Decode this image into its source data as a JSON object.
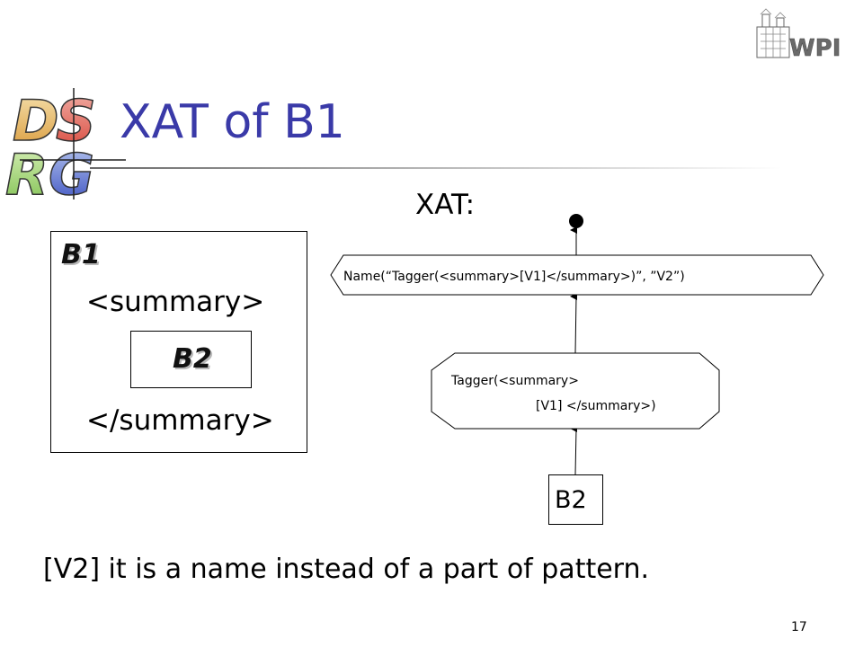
{
  "slide": {
    "title": "XAT of B1",
    "xat_label": "XAT:",
    "footnote": "[V2] it is a name instead of a part of pattern.",
    "page_number": "17",
    "title_color": "#3a3aa8"
  },
  "left_panel": {
    "outer_label": "B1",
    "open_tag": "<summary>",
    "inner_label": "B2",
    "close_tag": "</summary>"
  },
  "xat_tree": {
    "name_node": "Name(“Tagger(<summary>[V1]</summary>)”,  ”V2”)",
    "tagger_line1": "Tagger(<summary>",
    "tagger_line2": "[V1] </summary>)",
    "source_node": "B2"
  },
  "logos": {
    "left_logo": "dsrg-logo-icon",
    "right_logo": "wpi-logo-icon",
    "right_logo_text": "WPI"
  }
}
